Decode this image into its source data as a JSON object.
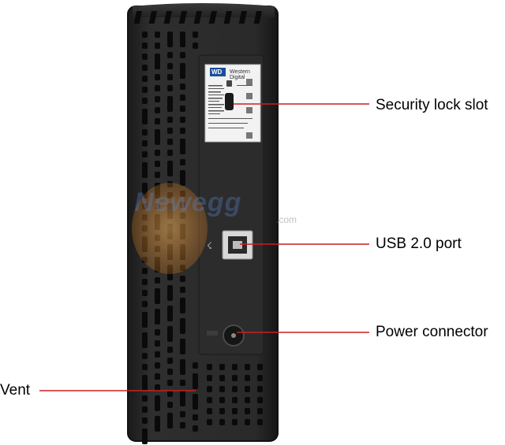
{
  "labels": {
    "security": "Security lock slot",
    "usb": "USB 2.0 port",
    "power": "Power connector",
    "vent": "Vent"
  },
  "sticker": {
    "logo": "WD",
    "brand_line1": "Western",
    "brand_line2": "Digital"
  },
  "watermark": {
    "main": "Newegg",
    "suffix": ".com"
  },
  "colors": {
    "callout_line": "#cc1f1f",
    "device_body": "#262626",
    "device_edge": "#111111",
    "sticker": "#f2f2f2",
    "vent_hole": "#0a0a0a",
    "watermark_orange": "#f0a040",
    "watermark_blue": "#5a82c8"
  }
}
